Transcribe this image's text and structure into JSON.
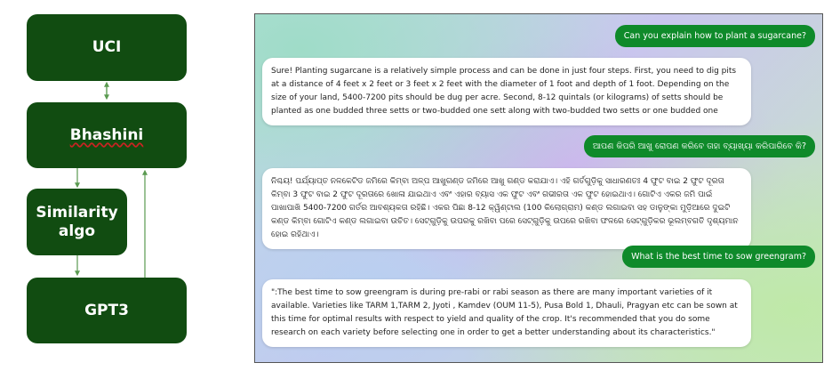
{
  "diagram": {
    "boxes": {
      "uci": "UCI",
      "bhashini": "Bhashini",
      "similarity": "Similarity\nalgo",
      "gpt": "GPT3"
    },
    "colors": {
      "box": "#114c11",
      "arrow": "#5a9a50"
    }
  },
  "chat": {
    "messages": [
      {
        "role": "user",
        "text": "Can you explain how to plant a sugarcane?"
      },
      {
        "role": "bot",
        "text": "Sure! Planting sugarcane is a relatively simple process and can be done in just four steps. First, you need to dig pits at a distance of 4 feet x 2 feet or 3 feet x 2 feet with the diameter of 1 foot and depth of 1 foot. Depending on the size of your land, 5400-7200 pits should be dug per acre. Second, 8-12 quintals (or kilograms) of setts should be planted as one budded three setts or two-budded one sett along with two-budded two setts or one budded one"
      },
      {
        "role": "user",
        "text": "ଆପଣ କିପରି ଆଖୁ ରୋପଣ କରିବେ ତାହା ବ୍ୟାଖ୍ୟା କରିପାରିବେ କି?"
      },
      {
        "role": "bot",
        "text": "ନିଶ୍ଚୟ! ପର୍ଯ୍ୟାପ୍ତ ନଳକେଟିଡ ଜମିରେ କିମ୍ବା ଅଳ୍ପ ଆଖୁଗଣ୍ଡ ଜମିରେ ଆଖୁ ଗଣ୍ଡ କରାଯାଏ। ଏହି ଗର୍ତଗୁଡ଼ିକୁ ସାଧାରଣତଃ 4 ଫୁଟ ବାଇ 2 ଫୁଟ ଦୂରତା କିମ୍ବା 3 ଫୁଟ ବାଇ 2 ଫୁଟ ଦୂରତାରେ ଖୋଳା ଯାଇଥାଏ ଏବଂ ଏହାର ବ୍ୟାସ ଏକ ଫୁଟ ଏବଂ ଗଭୀରତା ଏକ ଫୁଟ ହୋଇଥାଏ। ଗୋଟିଏ ଏକର ଜମି ପାଇଁ ପାଖାପାଖି 5400-7200 ଗର୍ତର ଆବଶ୍ୟକତା ରହିଛି। ଏକର ପିଛା 8-12 କ୍ୱିଣ୍ଟାଲ (100 କିଲୋଗ୍ରାମ) କଣ୍ଡ ଲଗାଇବା ସହ ଡାଳୁଙ୍କା ମୁଡ଼ିଆରେ ଦୁଇଟି କଣ୍ଡ କିମ୍ବା ଗୋଟିଏ କଣ୍ଡ ଲଗାଇବା ଉଚିତ। ସେଟ୍‌ଗୁଡ଼ିକୁ ଉପରକୁ ରଖିବା ପରେ ସେଟ୍‌ଗୁଡ଼ିକୁ ଉପରେ ରଖିବା ଫଳରେ ସେଟ୍‌ଗୁଡ଼ିକର ଭୂଲମ୍ବଗତି ଦୃଶ୍ୟମାନ ହୋଇ ରହିଥାଏ।"
      },
      {
        "role": "user",
        "text": "What is the best time to sow greengram?"
      },
      {
        "role": "bot",
        "text": "\":The best time to sow greengram is during pre-rabi or rabi season as there are many important varieties of it available. Varieties like TARM 1,TARM 2, Jyoti , Kamdev (OUM 11-5), Pusa Bold 1, Dhauli, Pragyan etc can be sown at this time for optimal results with respect to yield and quality of the crop. It's recommended that you do some research on each variety before selecting one in order to get a better understanding about its characteristics.\""
      }
    ],
    "colors": {
      "user_bubble": "#0f8a2a",
      "bot_bubble": "#ffffff"
    }
  }
}
